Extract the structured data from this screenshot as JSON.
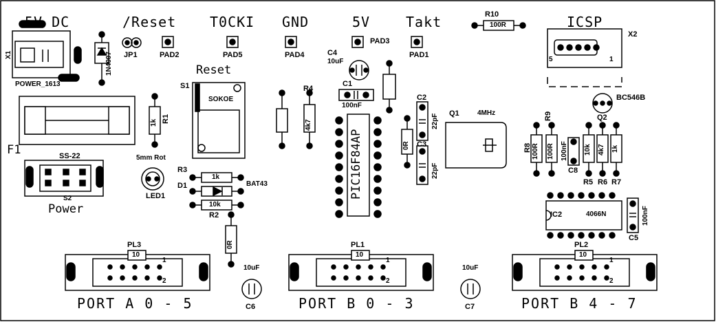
{
  "headers": {
    "power": "5V DC",
    "reset": "/Reset",
    "tocki": "T0CKI",
    "gnd": "GND",
    "v5": "5V",
    "takt": "Takt",
    "icsp": "ICSP"
  },
  "labels": {
    "x1": "X1",
    "power1613": "POWER_1613",
    "d_1n4007": "1N4007",
    "jp1": "JP1",
    "pad2": "PAD2",
    "pad5": "PAD5",
    "pad4": "PAD4",
    "pad3": "PAD3",
    "pad1": "PAD1",
    "c4": "C4",
    "c4_val": "10uF",
    "r10": "R10",
    "r10_val": "100R",
    "x2": "X2",
    "icsp_pin5": "5",
    "icsp_pin1": "1",
    "reset_label": "Reset",
    "s1": "S1",
    "sokoe": "SOKOE",
    "r4": "R4",
    "r4_val": "4k7",
    "c1": "C1",
    "c1_val": "100nF",
    "f1": "F1",
    "r1": "R1",
    "r1_val": "1k",
    "pic": "PIC16F84AP",
    "c2": "C2",
    "c2_val": "22pF",
    "c3": "C3",
    "c3_val": "22pF",
    "q1": "Q1",
    "q1_val": "4MHz",
    "bc546": "BC546B",
    "q2": "Q2",
    "r8": "R8",
    "r8_val": "100R",
    "r9": "R9",
    "r9_val": "100R",
    "c8": "C8",
    "c8_val": "100nF",
    "r5": "R5",
    "r5_val": "10k",
    "r6": "R6",
    "r6_val": "4k7",
    "r7": "R7",
    "r7_val": "1k",
    "ss22": "SS-22",
    "s2": "S2",
    "power_label": "Power",
    "led_desc": "5mm Rot",
    "led1": "LED1",
    "r3": "R3",
    "r3_val": "1k",
    "d1": "D1",
    "bat43": "BAT43",
    "r2": "R2",
    "r2_val": "10k",
    "zero_r": "0R",
    "zero_r2": "0R",
    "ic2": "IC2",
    "ic2_val": "4066N",
    "c5": "C5",
    "c5_val": "100nF",
    "pl3": "PL3",
    "pl1": "PL1",
    "pl2": "PL2",
    "pin10a": "10",
    "pin10b": "10",
    "pin10c": "10",
    "pin1a": "1",
    "pin1b": "1",
    "pin1c": "1",
    "pin2a": "2",
    "pin2b": "2",
    "pin2c": "2",
    "c6": "C6",
    "c6_val": "10uF",
    "c7": "C7",
    "c7_val": "10uF"
  },
  "ports": {
    "a": "PORT A 0 - 5",
    "b03": "PORT B 0 - 3",
    "b47": "PORT B 4 - 7"
  }
}
